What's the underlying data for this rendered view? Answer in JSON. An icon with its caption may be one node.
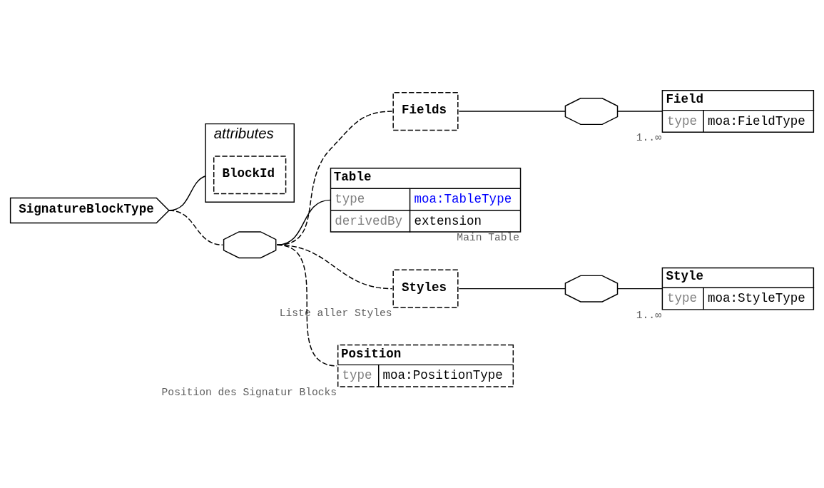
{
  "diagram": {
    "nodes": [
      {
        "text": [
          "SignatureBlockType"
        ]
      },
      {
        "text": [
          "attributes"
        ]
      },
      {
        "text": [
          "BlockId"
        ],
        "in": 1
      },
      {
        "text": [],
        "shape": "octagon"
      },
      {
        "text": [
          "Fields"
        ]
      },
      {
        "text": [],
        "shape": "octagon"
      },
      {
        "text": [
          "Field",
          "type",
          "moa:FieldType"
        ],
        "beside": [
          "1..∞"
        ]
      },
      {
        "text": [
          "Table",
          "type",
          "moa:TableType",
          "derivedBy",
          "extension"
        ],
        "beside": [
          "Main Table"
        ]
      },
      {
        "text": [
          "Styles"
        ],
        "beside": [
          "Liste aller Styles"
        ]
      },
      {
        "text": [],
        "shape": "octagon"
      },
      {
        "text": [
          "Style",
          "type",
          "moa:StyleType"
        ],
        "beside": [
          "1..∞"
        ]
      },
      {
        "text": [
          "Position",
          "type",
          "moa:PositionType"
        ],
        "beside": [
          "Position des Signatur Blocks"
        ]
      }
    ],
    "edges": [
      {
        "from": 0,
        "to": 1,
        "arrow": "none"
      },
      {
        "from": 0,
        "to": 3,
        "arrow": "none",
        "style": "dashed"
      },
      {
        "from": 3,
        "to": 4,
        "arrow": "none",
        "style": "dashed"
      },
      {
        "from": 4,
        "to": 5,
        "arrow": "none"
      },
      {
        "from": 5,
        "to": 6,
        "arrow": "none"
      },
      {
        "from": 3,
        "to": 7,
        "arrow": "none"
      },
      {
        "from": 3,
        "to": 8,
        "arrow": "none",
        "style": "dashed"
      },
      {
        "from": 8,
        "to": 9,
        "arrow": "none"
      },
      {
        "from": 9,
        "to": 10,
        "arrow": "none"
      },
      {
        "from": 3,
        "to": 11,
        "arrow": "none",
        "style": "dashed"
      }
    ]
  }
}
